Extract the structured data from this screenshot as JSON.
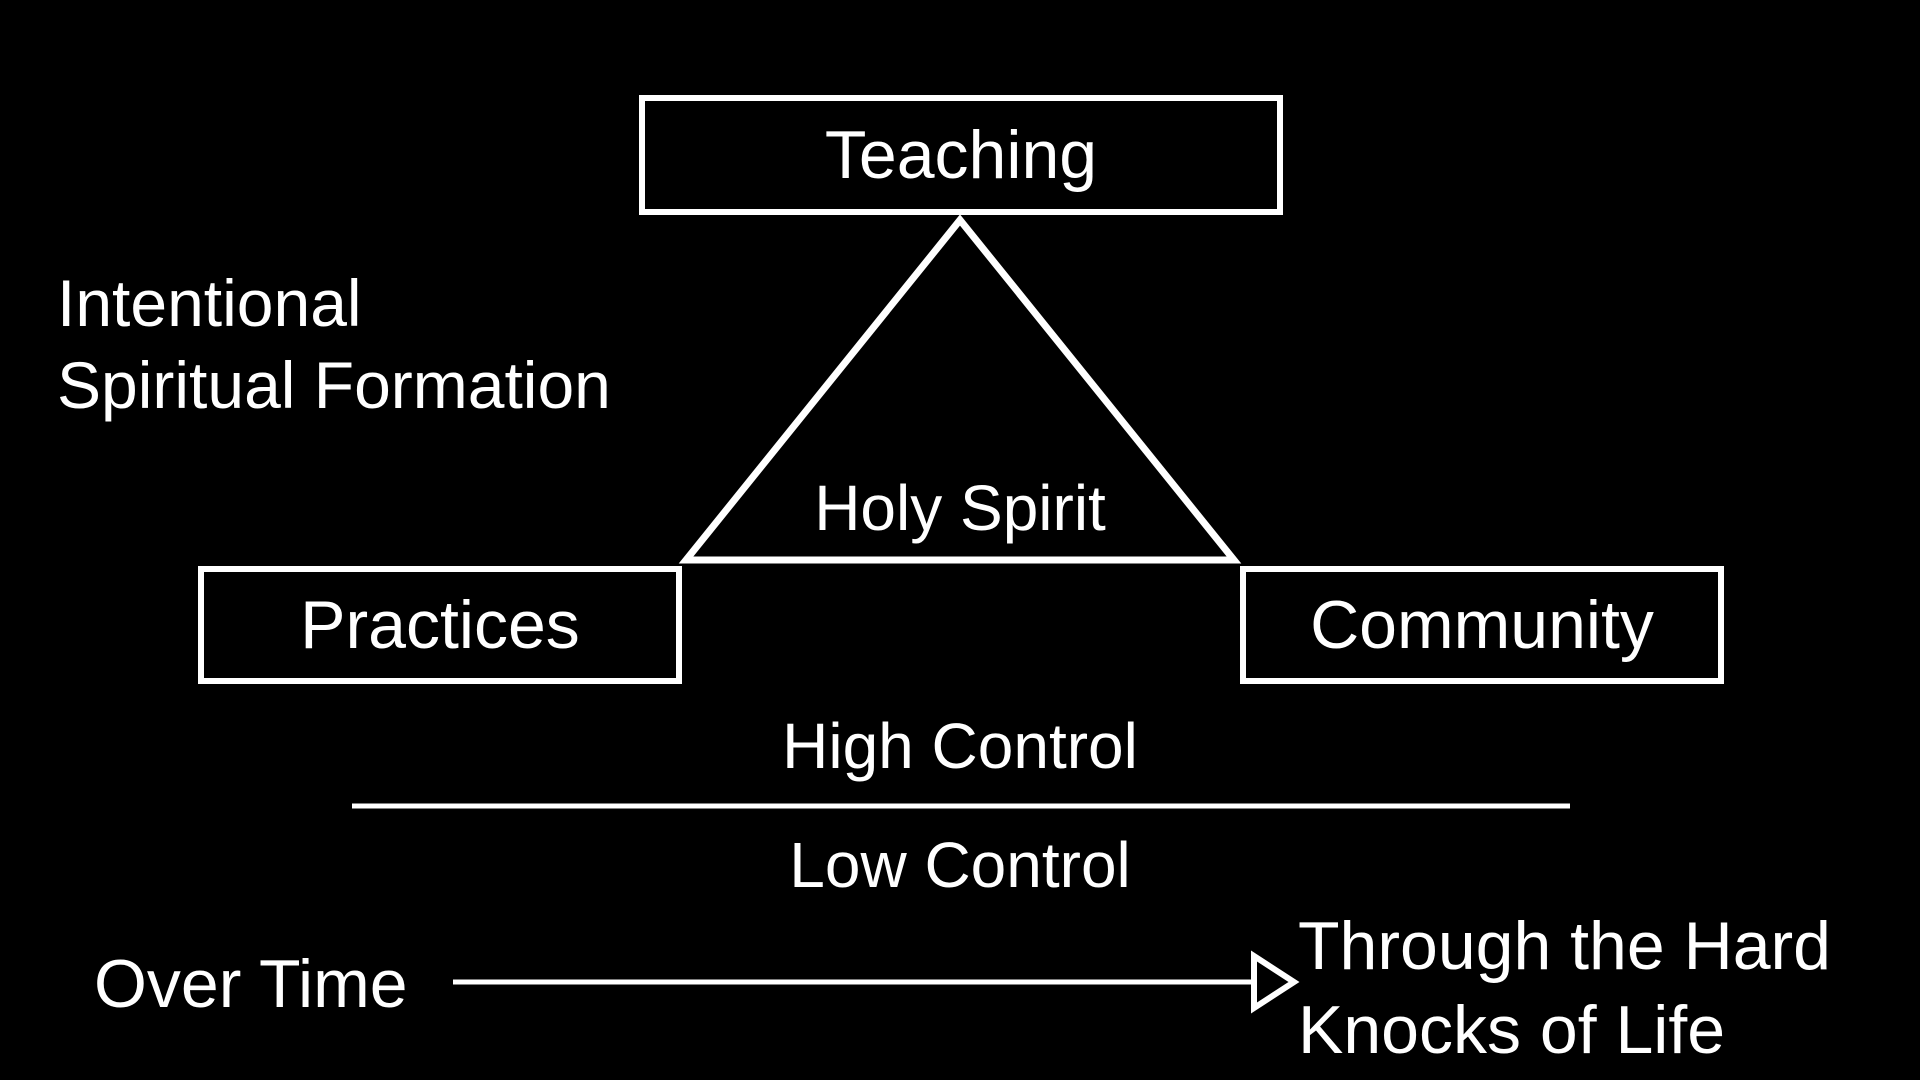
{
  "title": {
    "line1": "Intentional",
    "line2": "Spiritual Formation"
  },
  "nodes": {
    "top": "Teaching",
    "left": "Practices",
    "right": "Community"
  },
  "center_label": "Holy Spirit",
  "control_axis": {
    "above": "High Control",
    "below": "Low Control"
  },
  "timeline": {
    "start_label": "Over Time",
    "end_line1": "Through the Hard",
    "end_line2": "Knocks of Life"
  },
  "colors": {
    "background": "#000000",
    "foreground": "#ffffff"
  }
}
